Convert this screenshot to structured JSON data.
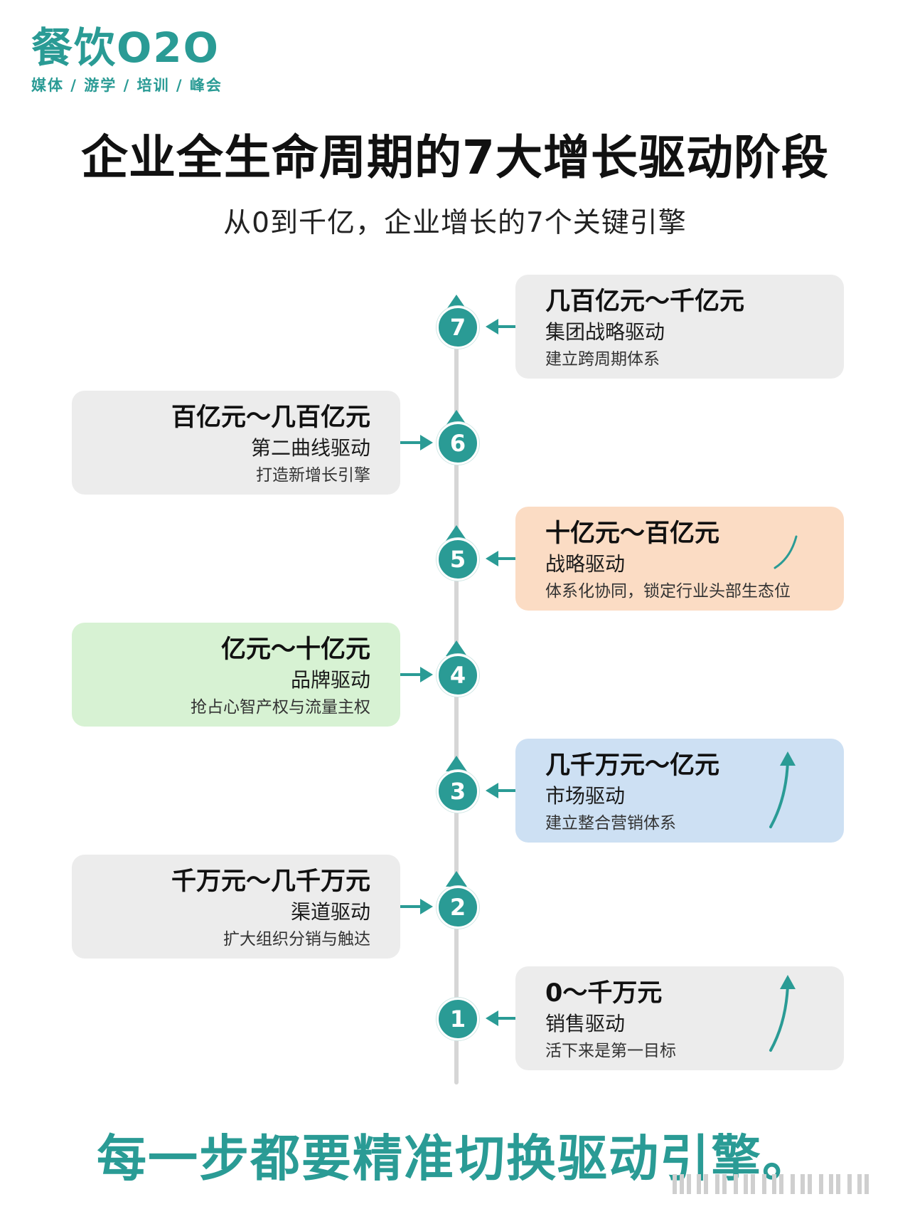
{
  "brand": {
    "name": "餐饮O2O",
    "tagline": "媒体 / 游学 / 培训 / 峰会",
    "color": "#2a9b95"
  },
  "title": "企业全生命周期的7大增长驱动阶段",
  "subtitle": "从0到千亿，企业增长的7个关键引擎",
  "stages": [
    {
      "num": "1",
      "range": "0～千万元",
      "driver": "销售驱动",
      "desc": "活下来是第一目标",
      "side": "right",
      "color": "#ececec"
    },
    {
      "num": "2",
      "range": "千万元～几千万元",
      "driver": "渠道驱动",
      "desc": "扩大组织分销与触达",
      "side": "left",
      "color": "#ececec"
    },
    {
      "num": "3",
      "range": "几千万元～亿元",
      "driver": "市场驱动",
      "desc": "建立整合营销体系",
      "side": "right",
      "color": "#cde0f3"
    },
    {
      "num": "4",
      "range": "亿元～十亿元",
      "driver": "品牌驱动",
      "desc": "抢占心智产权与流量主权",
      "side": "left",
      "color": "#d7f2d3"
    },
    {
      "num": "5",
      "range": "十亿元～百亿元",
      "driver": "战略驱动",
      "desc": "体系化协同，锁定行业头部生态位",
      "side": "right",
      "color": "#fbdcc4"
    },
    {
      "num": "6",
      "range": "百亿元～几百亿元",
      "driver": "第二曲线驱动",
      "desc": "打造新增长引擎",
      "side": "left",
      "color": "#ececec"
    },
    {
      "num": "7",
      "range": "几百亿元～千亿元",
      "driver": "集团战略驱动",
      "desc": "建立跨周期体系",
      "side": "right",
      "color": "#ececec"
    }
  ],
  "footer": "每一步都要精准切换驱动引擎。"
}
